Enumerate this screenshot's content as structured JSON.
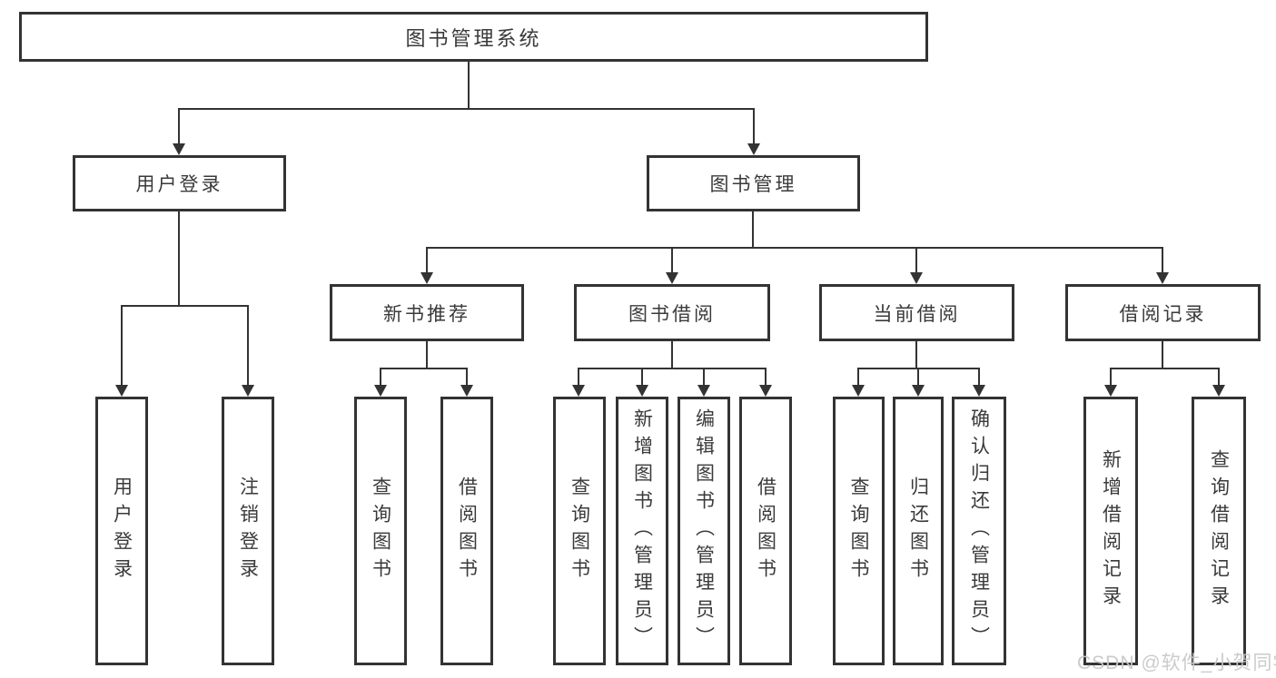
{
  "tree": {
    "label": "图书管理系统",
    "children": [
      {
        "label": "用户登录",
        "children": [
          {
            "label": "用户登录"
          },
          {
            "label": "注销登录"
          }
        ]
      },
      {
        "label": "图书管理",
        "children": [
          {
            "label": "新书推荐",
            "children": [
              {
                "label": "查询图书"
              },
              {
                "label": "借阅图书"
              }
            ]
          },
          {
            "label": "图书借阅",
            "children": [
              {
                "label": "查询图书"
              },
              {
                "label": "新增图书（管理员）"
              },
              {
                "label": "编辑图书（管理员）"
              },
              {
                "label": "借阅图书"
              }
            ]
          },
          {
            "label": "当前借阅",
            "children": [
              {
                "label": "查询图书"
              },
              {
                "label": "归还图书"
              },
              {
                "label": "确认归还（管理员）"
              }
            ]
          },
          {
            "label": "借阅记录",
            "children": [
              {
                "label": "新增借阅记录"
              },
              {
                "label": "查询借阅记录"
              }
            ]
          }
        ]
      }
    ]
  },
  "watermark": "CSDN @软件_小贺同学",
  "colors": {
    "line": "#333333",
    "text": "#3a3a3a",
    "background": "#ffffff",
    "watermark": "#c8c8c8"
  }
}
